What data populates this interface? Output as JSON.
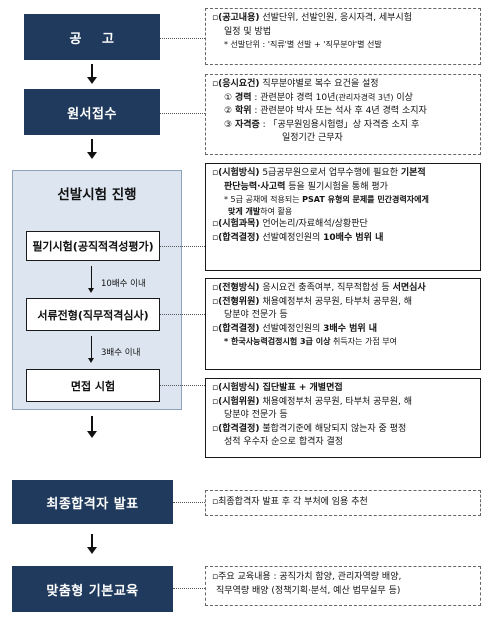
{
  "stages": {
    "announcement": "공    고",
    "application": "원서접수",
    "exam": "선발시험 진행",
    "written": "필기시험(공직적격성평가)",
    "document": "서류전형(직무적격심사)",
    "interview": "면접 시험",
    "final": "최종합격자 발표",
    "training": "맞춤형 기본교육"
  },
  "gaps": {
    "written_to_document": "10배수 이내",
    "document_to_interview": "3배수 이내"
  },
  "desc_announcement": {
    "l1_tag": "(공고내용)",
    "l1_text": " 선발단위, 선발인원, 응시자격, 세부시험",
    "l2": "일정 및 방법",
    "l3": "* 선발단위 : '직류'별 선발 + '직무분야'별 선발"
  },
  "desc_application": {
    "l1_tag": "(응시요건)",
    "l1_text": " 직무분야별로 복수 요건을 설정",
    "l2_num": "①",
    "l2_tag": "경력",
    "l2_text": " : 관련분야 경력 10년",
    "l2_small": "(관리자경력 3년)",
    "l2_end": " 이상",
    "l3_num": "②",
    "l3_tag": "학위",
    "l3_text": " : 관련분야 박사 또는 석사 후 4년 경력 소지자",
    "l4_num": "③",
    "l4_tag": "자격증",
    "l4_text": " : 「공무원임용시험령」상 자격증 소지 후",
    "l5": "일정기간 근무자"
  },
  "desc_written": {
    "l1_tag": "(시험방식)",
    "l1_text": " 5급공무원으로서 업무수행에 필요한 ",
    "l1_bold": "기본적",
    "l2_bold": "판단능력·사고력",
    "l2_text": " 등을 필기시험을 통해 평가",
    "l3": "* 5급 공채에 적용되는 ",
    "l3_bold": "PSAT 유형의 문제를 민간경력자에게",
    "l4_bold": "맞게 개발",
    "l4_text": "하여 활용",
    "l5_tag": "(시험과목)",
    "l5_text": " 언어논리/자료해석/상황판단",
    "l6_tag": "(합격결정)",
    "l6_text": " 선발예정인원의 ",
    "l6_bold": "10배수 범위 내"
  },
  "desc_document": {
    "l1_tag": "(전형방식)",
    "l1_text": " 응시요건 충족여부, 직무적합성 등 ",
    "l1_bold": "서면심사",
    "l2_tag": "(전형위원)",
    "l2_text": " 채용예정부처 공무원, 타부처 공무원, 해",
    "l3": "당분야 전문가 등",
    "l4_tag": "(합격결정)",
    "l4_text": " 선발예정인원의 ",
    "l4_bold": "3배수 범위 내",
    "l5_bold": "* 한국사능력검정시험 3급 이상",
    "l5_text": " 취득자는 가점 부여"
  },
  "desc_interview": {
    "l1_tag": "(시험방식)",
    "l1_bold": " 집단발표 + 개별면접",
    "l2_tag": "(시험위원)",
    "l2_text": " 채용예정부처 공무원, 타부처 공무원, 해",
    "l3": "당분야 전문가 등",
    "l4_tag": "(합격결정)",
    "l4_text": " 불합격기준에 해당되지 않는자 중 평정",
    "l5": "성적 우수자 순으로 합격자 결정"
  },
  "desc_final": {
    "l1": "최종합격자 발표 후 각 부처에 임용 추천"
  },
  "desc_training": {
    "l1": "주요 교육내용 : 공직가치 함양, 관리자역량 배양,",
    "l2": "직무역량 배양 (정책기획·분석, 예산 법무실무 등)"
  }
}
